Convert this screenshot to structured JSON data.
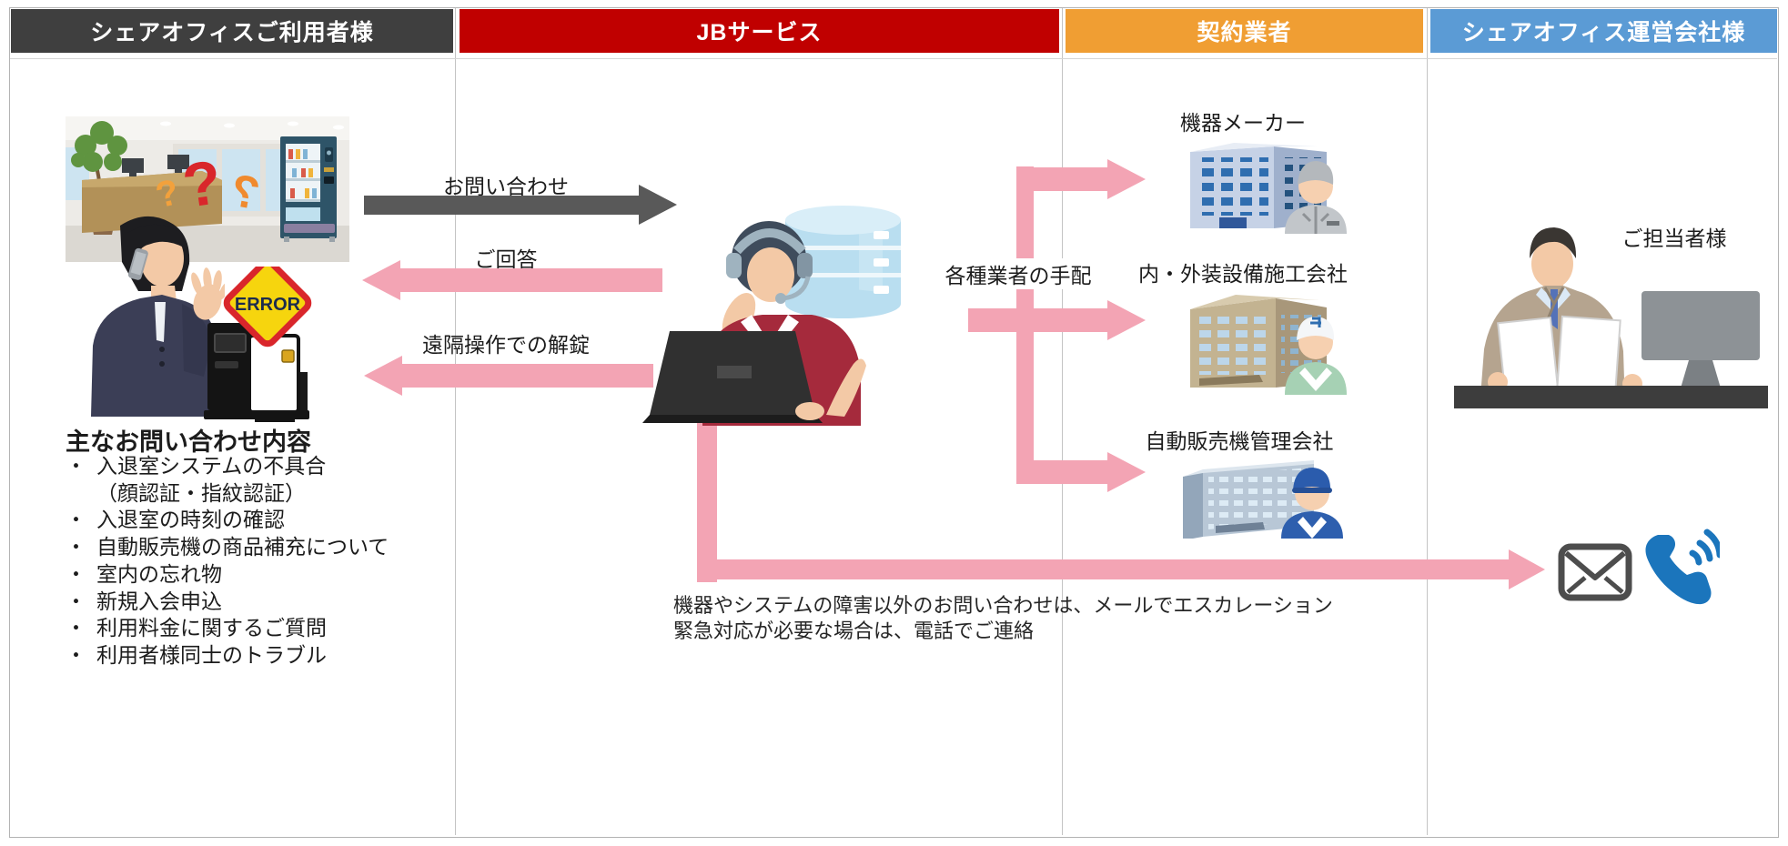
{
  "lanes": [
    {
      "label": "シェアオフィスご利用者様",
      "color": "#3f3f3f"
    },
    {
      "label": "JBサービス",
      "color": "#c00000"
    },
    {
      "label": "契約業者",
      "color": "#f09e33"
    },
    {
      "label": "シェアオフィス運営会社様",
      "color": "#5b9bd5"
    }
  ],
  "flows": {
    "inquiry": "お問い合わせ",
    "reply": "ご回答",
    "remote_unlock": "遠隔操作での解錠",
    "dispatch": "各種業者の手配"
  },
  "inquiry_list": {
    "heading": "主なお問い合わせ内容",
    "bullet": "・",
    "lines": [
      {
        "text": "入退室システムの不具合"
      },
      {
        "text": "（顔認証・指紋認証）"
      },
      {
        "text": "入退室の時刻の確認"
      },
      {
        "text": "自動販売機の商品補充について"
      },
      {
        "text": "室内の忘れ物"
      },
      {
        "text": "新規入会申込"
      },
      {
        "text": "利用料金に関するご質問"
      },
      {
        "text": "利用者様同士のトラブル"
      }
    ]
  },
  "vendors": [
    {
      "label": "機器メーカー"
    },
    {
      "label": "内・外装設備施工会社"
    },
    {
      "label": "自動販売機管理会社"
    }
  ],
  "management": {
    "contact": "ご担当者様"
  },
  "escalation_note": {
    "line1": "機器やシステムの障害以外のお問い合わせは、メールでエスカレーション",
    "line2": "緊急対応が必要な場合は、電話でご連絡"
  },
  "error_sign": {
    "label": "ERROR"
  },
  "colors": {
    "arrow_pink": "#f3a4b4",
    "arrow_gray": "#595959",
    "lane_user": "#3f3f3f",
    "lane_jb": "#c00000",
    "lane_vendor": "#f09e33",
    "lane_management": "#5b9bd5"
  },
  "icons": {
    "mail_icon": "envelope",
    "phone_icon": "telephone-with-sound-waves"
  }
}
